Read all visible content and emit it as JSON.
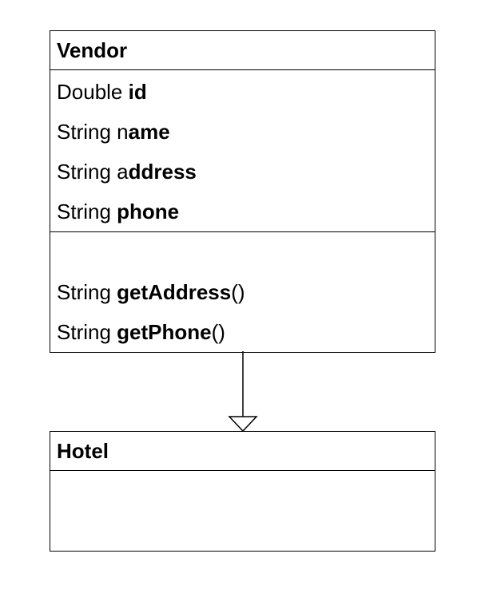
{
  "vendor": {
    "name": "Vendor",
    "attributes": [
      {
        "plain": "Double ",
        "bold": "id",
        "suffix": ""
      },
      {
        "plain": "String n",
        "bold": "ame",
        "suffix": ""
      },
      {
        "plain": "String a",
        "bold": "ddress",
        "suffix": ""
      },
      {
        "plain": "String ",
        "bold": "phone",
        "suffix": ""
      }
    ],
    "methods": [
      {
        "plain": "String ",
        "bold": "getAddress",
        "suffix": "()"
      },
      {
        "plain": "String ",
        "bold": "getPhone",
        "suffix": "()"
      }
    ]
  },
  "hotel": {
    "name": "Hotel"
  },
  "relationship": {
    "type": "generalization",
    "from": "Vendor",
    "to": "Hotel"
  },
  "colors": {
    "stroke": "#000000",
    "background": "#ffffff"
  }
}
